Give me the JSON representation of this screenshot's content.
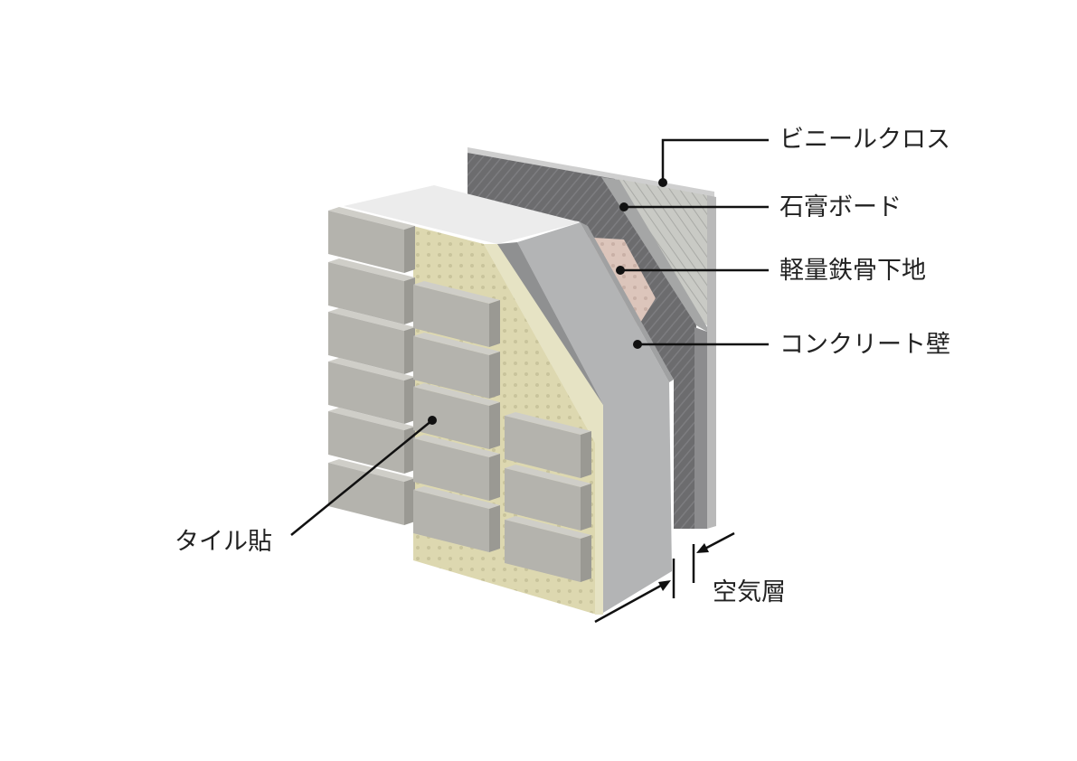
{
  "title": "Wall construction cross-section",
  "labels": {
    "vinyl_cloth": "ビニールクロス",
    "gypsum_board": "石膏ボード",
    "steel_frame": "軽量鉄骨下地",
    "concrete_wall": "コンクリート壁",
    "tile": "タイル貼",
    "air_layer": "空気層"
  },
  "colors": {
    "tile_front": "#b4b3ad",
    "tile_side": "#9a9993",
    "tile_top": "#cfcec8",
    "mortar": "#ddd8b0",
    "concrete": "#b2b3b4",
    "dark_panel": "#6e6e70",
    "pink": "#dcc5bb"
  }
}
